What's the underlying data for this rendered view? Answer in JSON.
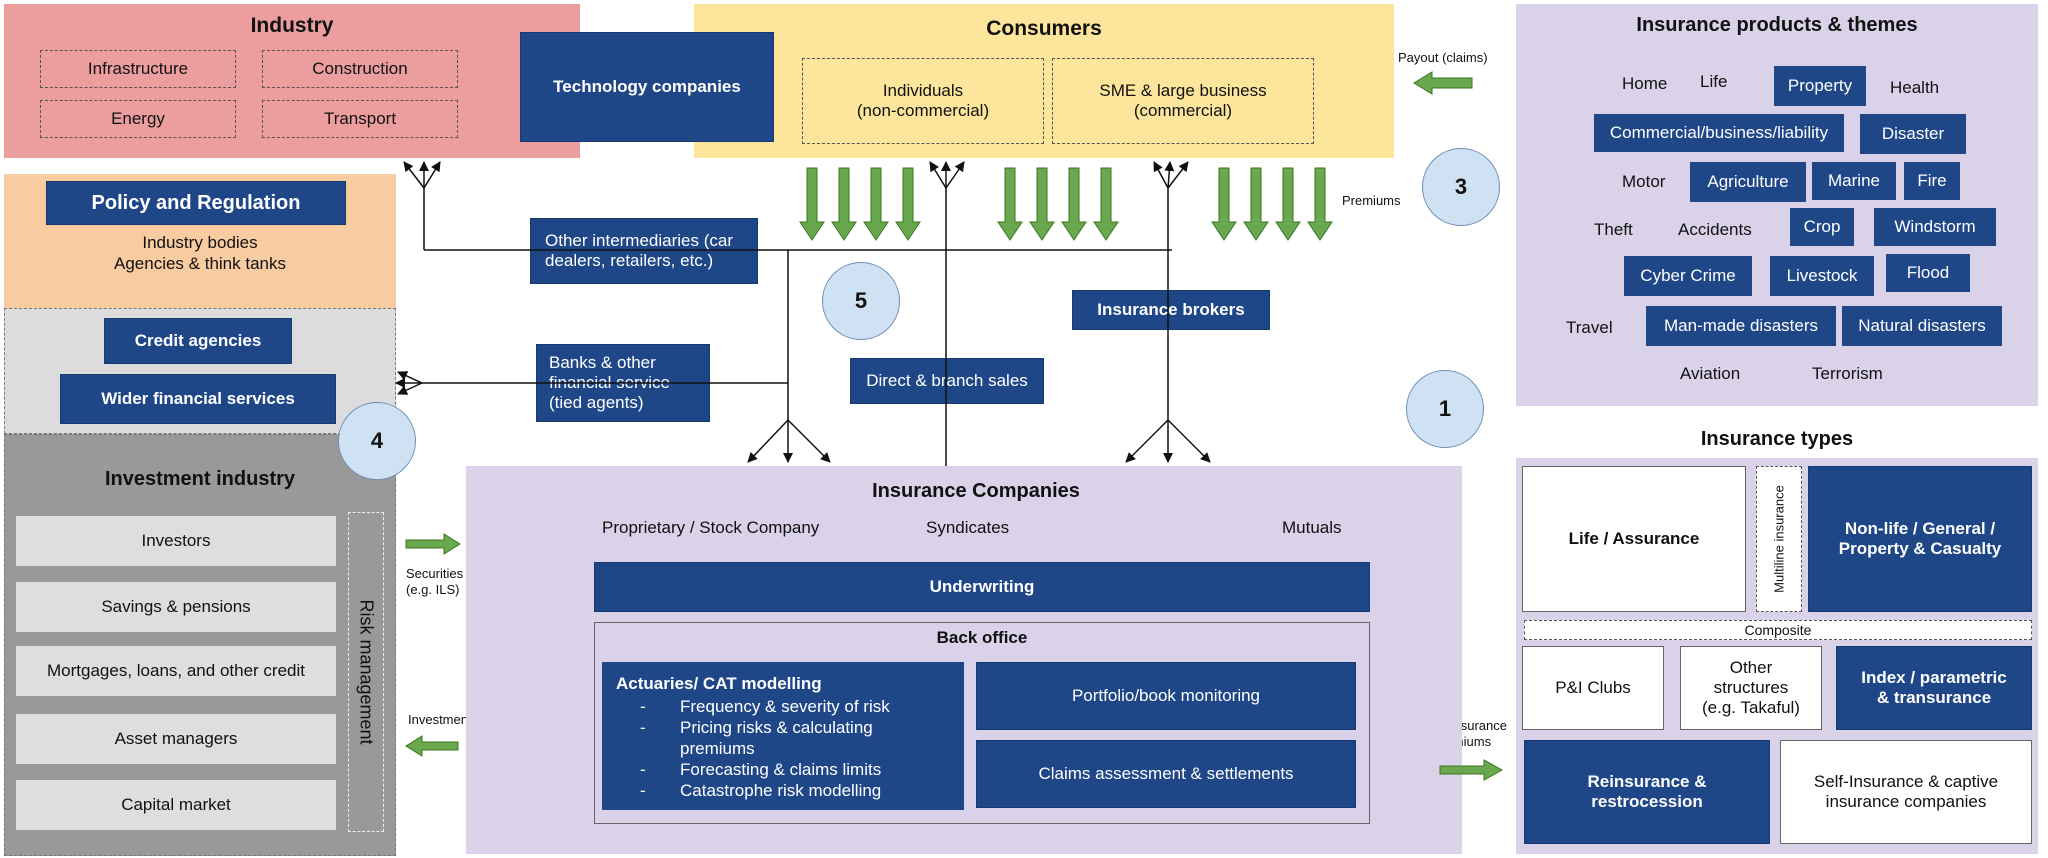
{
  "industry": {
    "title": "Industry",
    "items": [
      "Infrastructure",
      "Construction",
      "Energy",
      "Transport"
    ]
  },
  "technology": {
    "label": "Technology companies"
  },
  "consumers": {
    "title": "Consumers",
    "individuals": [
      "Individuals",
      "(non-commercial)"
    ],
    "business": [
      "SME & large business",
      "(commercial)"
    ]
  },
  "policy": {
    "title": "Policy and Regulation",
    "lines": [
      "Industry bodies",
      "Agencies & think tanks"
    ]
  },
  "finance": {
    "credit": "Credit agencies",
    "wider": "Wider financial services"
  },
  "investment": {
    "title": "Investment industry",
    "items": [
      "Investors",
      "Savings & pensions",
      "Mortgages, loans, and other credit",
      "Asset managers",
      "Capital market"
    ],
    "risk": "Risk management"
  },
  "intermediaries": {
    "other": [
      "Other intermediaries (car",
      "dealers, retailers, etc.)"
    ],
    "banks": [
      "Banks & other",
      "financial service",
      "(tied agents)"
    ],
    "direct": "Direct & branch sales",
    "brokers": "Insurance brokers"
  },
  "flows": {
    "payout": "Payout (claims)",
    "premiums": "Premiums",
    "securities": [
      "Securities market",
      "(e.g. ILS)"
    ],
    "investment_portfolios": "Investment portfolios",
    "reinsurance_premiums": [
      "Reinsurance",
      "premiums"
    ]
  },
  "circles": [
    "1",
    "3",
    "4",
    "5"
  ],
  "companies": {
    "title": "Insurance Companies",
    "types": [
      "Proprietary  / Stock Company",
      "Syndicates",
      "Mutuals"
    ],
    "underwriting": "Underwriting",
    "back_office": "Back office",
    "actuaries_title": "Actuaries/ CAT modelling",
    "actuaries_items": [
      "Frequency & severity of risk",
      "Pricing risks & calculating premiums",
      "Forecasting & claims limits",
      "Catastrophe risk modelling"
    ],
    "portfolio": "Portfolio/book monitoring",
    "claims": "Claims assessment & settlements"
  },
  "products": {
    "title": "Insurance products & themes",
    "plain": [
      "Home",
      "Life",
      "Health",
      "Motor",
      "Theft",
      "Accidents",
      "Travel",
      "Aviation",
      "Terrorism"
    ],
    "boxed": [
      "Property",
      "Commercial/business/liability",
      "Disaster",
      "Agriculture",
      "Marine",
      "Fire",
      "Crop",
      "Windstorm",
      "Cyber Crime",
      "Livestock",
      "Flood",
      "Man-made disasters",
      "Natural disasters"
    ]
  },
  "types": {
    "title": "Insurance types",
    "life": "Life / Assurance",
    "multiline": "Multiline insurance",
    "nonlife": [
      "Non-life / General /",
      "Property & Casualty"
    ],
    "composite": "Composite",
    "pi": "P&I Clubs",
    "other": [
      "Other",
      "structures",
      "(e.g. Takaful)"
    ],
    "index": [
      "Index / parametric",
      "& transurance"
    ],
    "reinsurance": [
      "Reinsurance &",
      "restrocession"
    ],
    "self": [
      "Self-Insurance & captive",
      "insurance companies"
    ]
  }
}
